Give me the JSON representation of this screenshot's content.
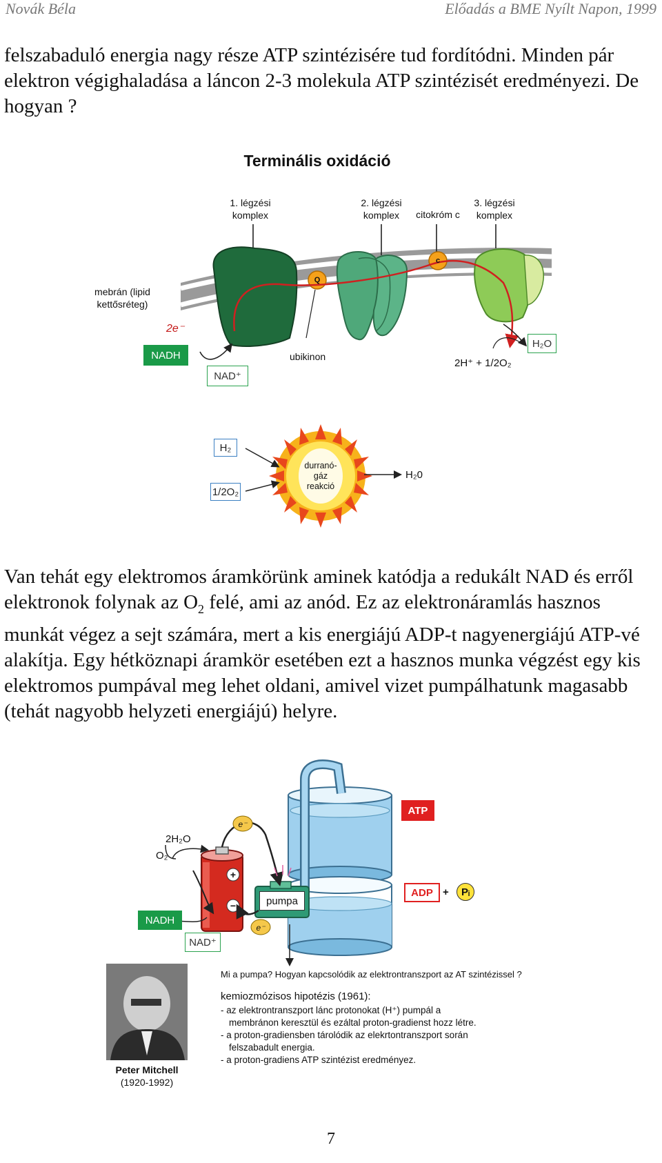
{
  "header": {
    "author": "Novák Béla",
    "event": "Előadás a BME Nyílt Napon, 1999"
  },
  "paragraph1": "felszabaduló energia nagy része ATP szintézisére tud fordítódni. Minden pár elektron végighaladása a láncon 2-3 molekula ATP szintézisét eredményezi. De hogyan ?",
  "figure1": {
    "title": "Terminális oxidáció",
    "complex1": "1. légzési komplex",
    "complex2": "2. légzési komplex",
    "cytochrome": "citokróm c",
    "complex3": "3. légzési komplex",
    "membrane": "mebrán (lipid kettősréteg)",
    "q_label": "Q",
    "c_label": "c",
    "electrons": "2e⁻",
    "nadh": "NADH",
    "nad_plus": "NAD⁺",
    "ubiquinone": "ubikinon",
    "proton_oxygen": "2H⁺ + 1/2O₂",
    "water": "H₂O"
  },
  "figure2": {
    "h2": "H₂",
    "half_o2": "1/2O₂",
    "reaction": "durranó-gáz reakció",
    "product": "H₂0"
  },
  "paragraph2_a": "Van tehát egy elektromos áramkörünk aminek katódja a redukált NAD és erről elektronok folynak az O",
  "paragraph2_sub": "2",
  "paragraph2_b": " felé, ami az anód. Ez az elektronáramlás hasznos munkát végez a sejt számára, mert a kis energiájú ADP-t nagyenergiájú ATP-vé alakítja. Egy hétköznapi áramkör esetében ezt a hasznos munka végzést egy kis elektromos pumpával meg lehet oldani, amivel vizet pumpálhatunk magasabb (tehát nagyobb helyzeti energiájú) helyre.",
  "figure3": {
    "atp": "ATP",
    "water2": "2H₂O",
    "o2": "O₂",
    "electron": "e⁻",
    "plus": "+",
    "minus": "−",
    "pump": "pumpa",
    "adp": "ADP",
    "pi": "Pᵢ",
    "nadh": "NADH",
    "nad_plus": "NAD⁺"
  },
  "mitchell": {
    "name": "Peter Mitchell",
    "years": "(1920-1992)",
    "question": "Mi a pumpa? Hogyan kapcsolódik az elektrontranszport az AT szintézissel ?",
    "hypothesis_title": "kemiozmózisos hipotézis (1961):",
    "points": [
      "- az elektrontranszport lánc protonokat (H⁺) pumpál a",
      "membránon keresztül és ezáltal proton-gradienst hozz létre.",
      "- a proton-gradiensben tárolódik az elekrtontranszport során",
      "felszabadult energia.",
      "- a proton-gradiens ATP szintézist eredményez."
    ]
  },
  "page_number": "7"
}
